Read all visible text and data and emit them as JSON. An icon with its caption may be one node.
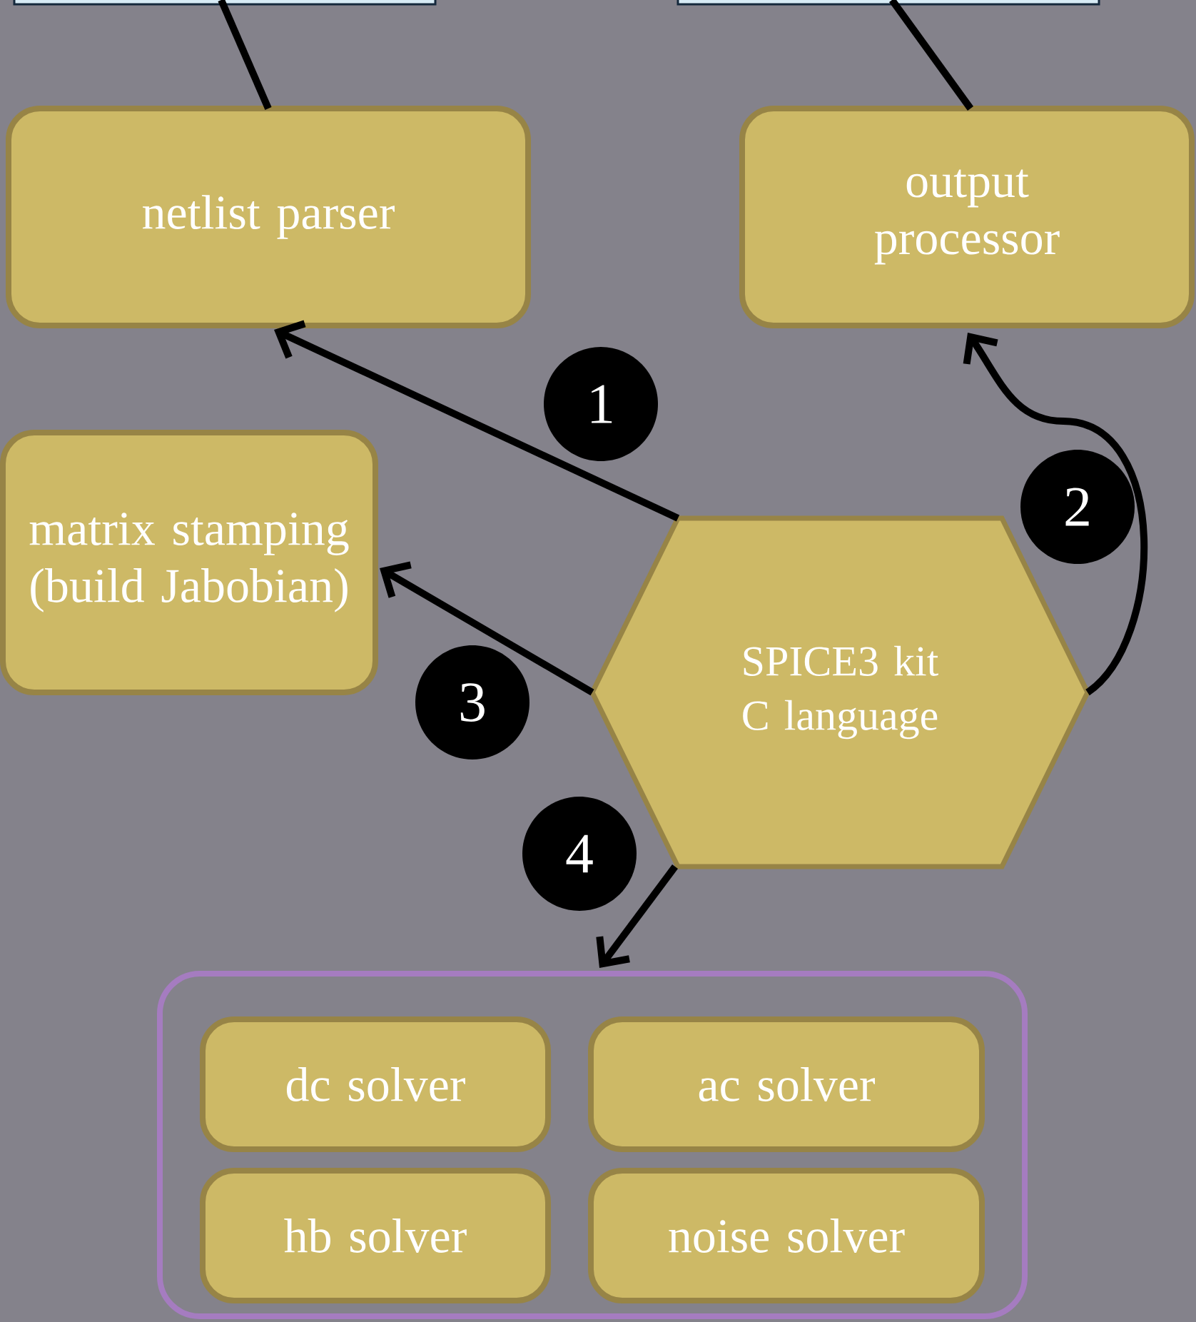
{
  "diagram": {
    "nodes": [
      {
        "text": [],
        "shape": "box"
      },
      {
        "text": [],
        "shape": "box"
      },
      {
        "text": [
          "netlist parser"
        ]
      },
      {
        "text": [
          "output processor"
        ]
      },
      {
        "text": [
          "matrix stamping (build Jabobian)"
        ]
      },
      {
        "text": [
          "SPICE3 kit C language"
        ]
      },
      {
        "text": [],
        "shape": "box"
      },
      {
        "text": [
          "dc solver"
        ],
        "in": 6
      },
      {
        "text": [
          "ac solver"
        ],
        "in": 6
      },
      {
        "text": [
          "hb solver"
        ],
        "in": 6
      },
      {
        "text": [
          "noise solver"
        ],
        "in": 6
      }
    ],
    "edges": [
      {
        "from": 0,
        "to": 2,
        "arrow": "none"
      },
      {
        "from": 1,
        "to": 3,
        "arrow": "none"
      },
      {
        "from": 5,
        "to": 2,
        "arrow": "to",
        "label": "1"
      },
      {
        "from": 5,
        "to": 3,
        "arrow": "to",
        "label": "2"
      },
      {
        "from": 5,
        "to": 4,
        "arrow": "to",
        "label": "3"
      },
      {
        "from": 5,
        "to": 6,
        "arrow": "to",
        "label": "4"
      }
    ]
  }
}
